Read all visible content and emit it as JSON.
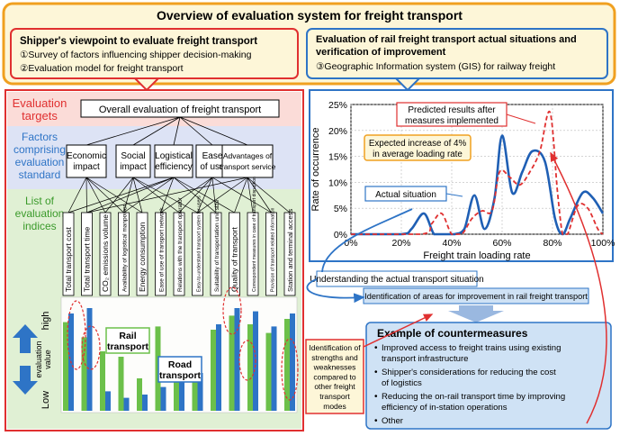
{
  "title": "Overview of evaluation system for freight transport",
  "shipper_box": {
    "heading": "Shipper's viewpoint to evaluate freight transport",
    "items": [
      "①Survey of factors influencing shipper decision-making",
      "②Evaluation model for freight transport"
    ]
  },
  "rail_box": {
    "heading_line1": "Evaluation of rail freight transport actual situations and",
    "heading_line2": "verification of improvement",
    "item": "③Geographic Information system (GIS) for railway freight"
  },
  "left_panel": {
    "labels": {
      "targets": [
        "Evaluation",
        "targets"
      ],
      "factors": [
        "Factors",
        "comprising",
        "evaluation",
        "standard"
      ],
      "indices": [
        "List of",
        "evaluation",
        "indices"
      ]
    },
    "overall": "Overall evaluation of freight transport",
    "factors": [
      [
        "Economic",
        "impact"
      ],
      [
        "Social",
        "impact"
      ],
      [
        "Logistical",
        "efficiency"
      ],
      [
        "Ease",
        "of use"
      ],
      [
        "Advantages of",
        "transport service"
      ]
    ],
    "indices": [
      "Total transport cost",
      "Total transport time",
      "CO₂ emissions volume",
      "Availability of logistical manpower",
      "Energy consumption",
      "Ease of use of transport network",
      "Relations with the transport operator",
      "Easy-to-understand transport system for users",
      "Suitability of transportation unit size",
      "Quality of transport",
      "Correspondent measures in case of transport disruption",
      "Provision of transport related information",
      "Station and terminal access"
    ],
    "axis_high": "high",
    "axis_low": "Low",
    "axis_caption": [
      "evaluation",
      "value"
    ],
    "rail_label": [
      "Rail",
      "transport"
    ],
    "road_label": [
      "Road",
      "transport"
    ],
    "rail_color": "#6cc04a",
    "road_color": "#2e74c6"
  },
  "chart_data": {
    "type": "line",
    "xlabel": "Freight train loading rate",
    "ylabel": "Rate of occurrence",
    "x_ticks": [
      "0%",
      "20%",
      "40%",
      "60%",
      "80%",
      "100%"
    ],
    "y_ticks": [
      "0%",
      "5%",
      "10%",
      "15%",
      "20%",
      "25%"
    ],
    "xlim": [
      0,
      100
    ],
    "ylim": [
      0,
      25
    ],
    "series": [
      {
        "name": "Actual situation",
        "style": "solid",
        "color": "#1f5fb4",
        "x": [
          0,
          20,
          24,
          29,
          33,
          37,
          41,
          45,
          49,
          53,
          57,
          60,
          64,
          68,
          72,
          77,
          81,
          84,
          87,
          92,
          96,
          100
        ],
        "y": [
          0,
          0,
          1,
          4,
          0,
          0,
          0,
          1,
          7.5,
          1,
          7,
          19,
          8,
          12,
          16,
          14,
          3,
          0,
          3,
          8,
          7,
          4
        ]
      },
      {
        "name": "Predicted results after measures implemented",
        "style": "dashed",
        "color": "#e03030",
        "x": [
          0,
          28,
          32,
          36,
          40,
          44,
          48,
          52,
          56,
          59,
          63,
          67,
          71,
          75,
          79,
          82,
          84,
          86,
          90,
          94,
          98,
          100
        ],
        "y": [
          0,
          0,
          2,
          4,
          0,
          0,
          3,
          4.5,
          4.5,
          12,
          11,
          9.5,
          12,
          16,
          23.5,
          8,
          0,
          0,
          5.5,
          5,
          1,
          0
        ]
      }
    ],
    "annotations": {
      "predicted": [
        "Predicted results after",
        "measures implemented"
      ],
      "expected": [
        "Expected increase of 4%",
        "in average loading rate"
      ],
      "actual": "Actual situation"
    }
  },
  "flow": {
    "understanding": "Understanding the actual transport situation",
    "identification_rail": "Identification of areas for improvement in rail freight transport",
    "identification_strengths": [
      "Identification of",
      "strengths and",
      "weaknesses",
      "compared to",
      "other freight",
      "transport",
      "modes"
    ]
  },
  "countermeasures": {
    "heading": "Example of countermeasures",
    "items": [
      [
        "Improved access to freight trains using existing",
        "transport infrastructure"
      ],
      [
        "Shipper's considerations for reducing the cost",
        "of logistics"
      ],
      [
        "Reducing the on-rail transport time by improving",
        "efficiency of in-station operations"
      ],
      [
        "Other"
      ]
    ]
  },
  "bars": {
    "rail": [
      0.82,
      0.68,
      0.55,
      0.5,
      0.3,
      0.78,
      0.33,
      0.4,
      0.75,
      0.88,
      0.8,
      0.72,
      0.85
    ],
    "road": [
      0.9,
      0.95,
      0.18,
      0.12,
      0.15,
      0.22,
      0.35,
      0.35,
      0.8,
      0.95,
      0.92,
      0.78,
      0.9
    ]
  },
  "colors": {
    "orange": "#f0a020",
    "red": "#e03030",
    "blue": "#2e74c6",
    "light_blue": "#cfe2f5",
    "pink": "#fbdcd8",
    "lavender": "#dde3f5",
    "light_green": "#e0f0d4",
    "cream": "#fdf6d8"
  }
}
